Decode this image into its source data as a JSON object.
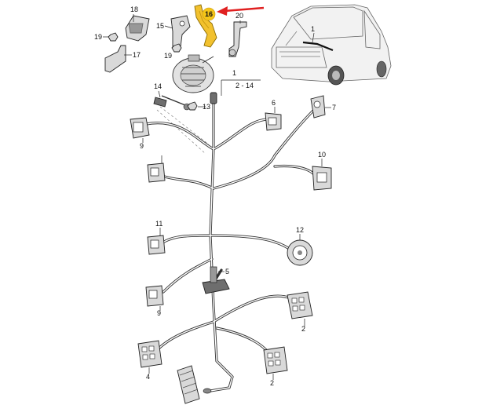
{
  "callouts": {
    "c1_car": "1",
    "c1_range": "1",
    "range_2_14": "2 - 14",
    "c2a": "2",
    "c2b": "2",
    "c4": "4",
    "c5": "5",
    "c6": "6",
    "c7": "7",
    "c9a": "9",
    "c9b": "9",
    "c10": "10",
    "c11": "11",
    "c12": "12",
    "c13": "13",
    "c14": "14",
    "c15": "15",
    "c16": "16",
    "c17": "17",
    "c18": "18",
    "c19a": "19",
    "c19b": "19",
    "c20": "20"
  },
  "colors": {
    "highlight_part": "#f2c12e",
    "highlight_badge": "#f5c518",
    "arrow": "#e02020",
    "wire": "#333333"
  }
}
